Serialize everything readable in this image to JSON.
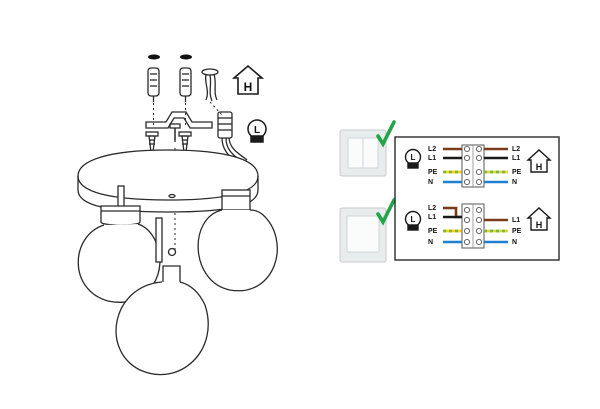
{
  "icons": {
    "house_letter": "H",
    "lamp_letter": "L"
  },
  "wiring": {
    "double_switch": {
      "left_labels": [
        "L2",
        "L1",
        "PE",
        "N"
      ],
      "right_labels": [
        "L2",
        "L1",
        "PE",
        "N"
      ]
    },
    "single_switch": {
      "left_labels": [
        "L2",
        "L1",
        "PE",
        "N"
      ],
      "right_labels": [
        "L1",
        "PE",
        "N"
      ]
    }
  },
  "colors": {
    "check": "#23a34a",
    "brown": "#7a3b1a",
    "black": "#1a1a1a",
    "blue": "#1f7fd1",
    "pe_green": "#7ab648",
    "pe_yellow": "#f2d21b",
    "switch_plate": "#e9ecec",
    "line": "#2a2a2a"
  }
}
